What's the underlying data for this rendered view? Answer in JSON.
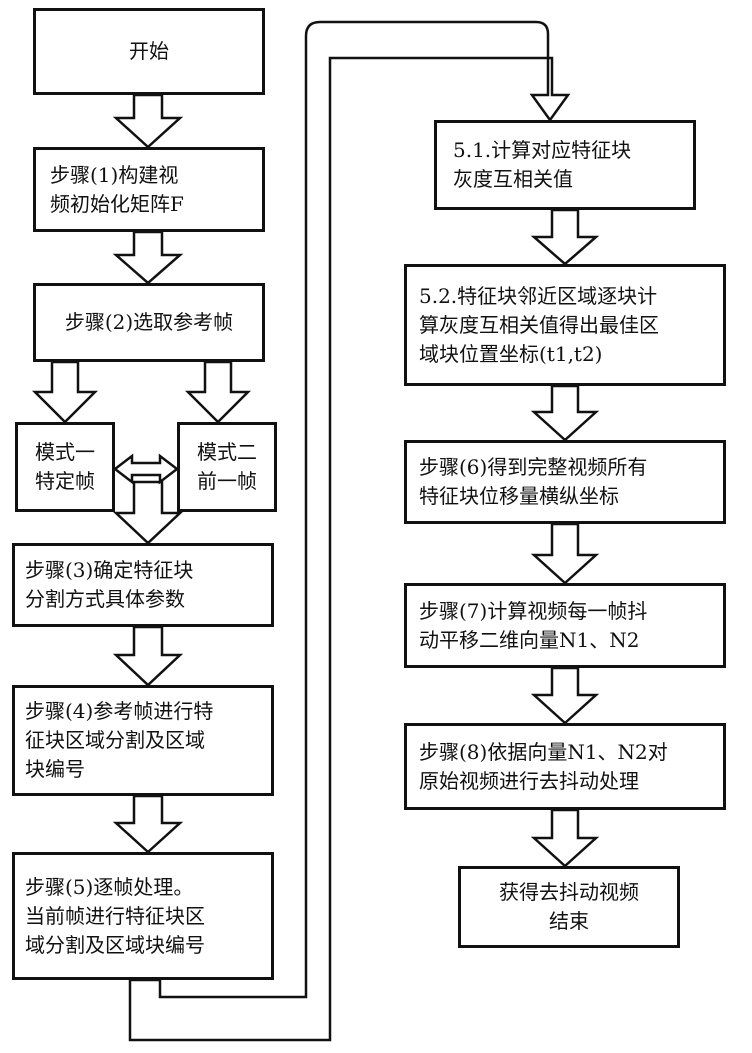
{
  "flow": {
    "start": [
      "开始"
    ],
    "step1": [
      "步骤(1)构建视",
      "频初始化矩阵F"
    ],
    "step2": [
      "步骤(2)选取参考帧"
    ],
    "mode1": [
      "模式一",
      "特定帧"
    ],
    "mode2": [
      "模式二",
      "前一帧"
    ],
    "step3": [
      "步骤(3)确定特征块",
      "分割方式具体参数"
    ],
    "step4": [
      "步骤(4)参考帧进行特",
      "征块区域分割及区域",
      "块编号"
    ],
    "step5": [
      "步骤(5)逐帧处理。",
      "当前帧进行特征块区",
      "域分割及区域块编号"
    ],
    "step5_1": [
      "5.1.计算对应特征块",
      "灰度互相关值"
    ],
    "step5_2": [
      "5.2.特征块邻近区域逐块计",
      "算灰度互相关值得出最佳区",
      "域块位置坐标(t1,t2)"
    ],
    "step6": [
      "步骤(6)得到完整视频所有",
      "特征块位移量横纵坐标"
    ],
    "step7": [
      "步骤(7)计算视频每一帧抖",
      "动平移二维向量N1、N2"
    ],
    "step8": [
      "步骤(8)依据向量N1、N2对",
      "原始视频进行去抖动处理"
    ],
    "end": [
      "获得去抖动视频",
      "结束"
    ]
  }
}
